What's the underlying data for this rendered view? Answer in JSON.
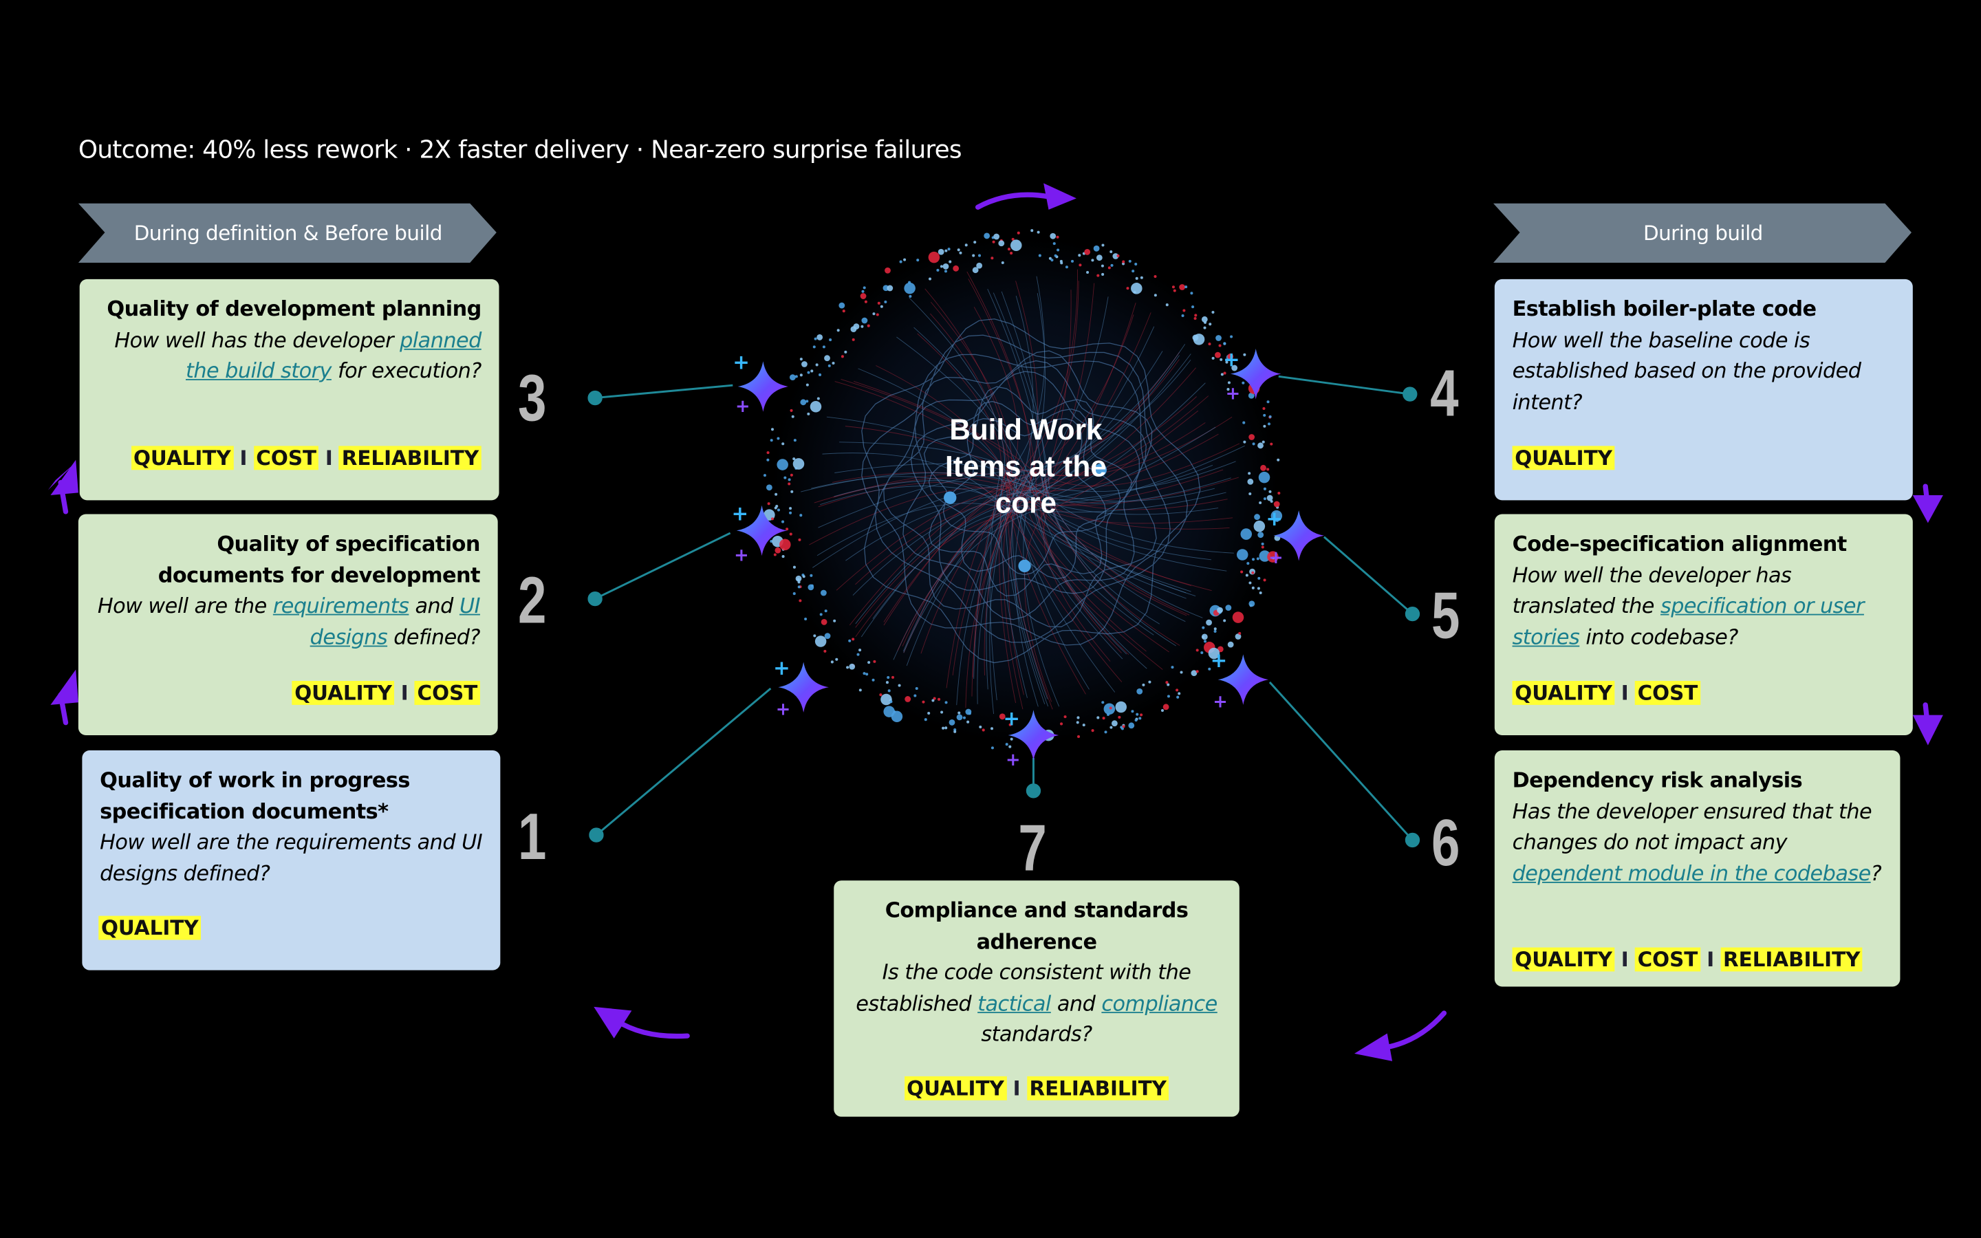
{
  "outcome": "Outcome: 40% less rework · 2X faster delivery · Near-zero surprise failures",
  "banners": {
    "left": "During definition & Before build",
    "right": "During build"
  },
  "core_label": "Build Work Items at the core",
  "colors": {
    "background": "#000000",
    "card_green": "#d3e7c7",
    "card_blue": "#c5daf1",
    "banner": "#6d7d8b",
    "tag": "#ffff33",
    "link": "#1a7f8e",
    "arrow": "#7a1cf0",
    "connector": "#1f8a99",
    "node_red": "#e0263c",
    "node_blue": "#4a9fe0"
  },
  "tag_separator": "I",
  "cards": {
    "c1": {
      "number": "1",
      "title": "Quality of work in progress specification documents*",
      "question": "How well are the requirements and UI designs defined?",
      "tags": [
        "QUALITY"
      ]
    },
    "c2": {
      "number": "2",
      "title": "Quality of specification documents for development",
      "q_pre": "How well are the ",
      "link1": "requirements",
      "q_mid": " and ",
      "link2": "UI designs",
      "q_post": " defined?",
      "tags": [
        "QUALITY",
        "COST"
      ]
    },
    "c3": {
      "number": "3",
      "title": "Quality of development planning",
      "q_pre": "How well has the developer ",
      "link1": "planned the build story",
      "q_post": " for execution?",
      "tags": [
        "QUALITY",
        "COST",
        "RELIABILITY"
      ]
    },
    "c4": {
      "number": "4",
      "title": "Establish boiler-plate code",
      "question": "How well the baseline code is established based on the provided intent?",
      "tags": [
        "QUALITY"
      ]
    },
    "c5": {
      "number": "5",
      "title": "Code–specification alignment",
      "q_pre": "How well the developer has translated the ",
      "link1": "specification or user stories",
      "q_post": " into codebase?",
      "tags": [
        "QUALITY",
        "COST"
      ]
    },
    "c6": {
      "number": "6",
      "title": "Dependency risk analysis",
      "q_pre": "Has the developer ensured that the changes do not impact any ",
      "link1": "dependent module in the codebase",
      "q_post": "?",
      "tags": [
        "QUALITY",
        "COST",
        "RELIABILITY"
      ]
    },
    "c7": {
      "number": "7",
      "title": "Compliance and standards adherence",
      "q_pre": "Is the code consistent with the established ",
      "link1": "tactical",
      "q_mid": " and ",
      "link2": "compliance",
      "q_post": " standards?",
      "tags": [
        "QUALITY",
        "RELIABILITY"
      ]
    }
  }
}
